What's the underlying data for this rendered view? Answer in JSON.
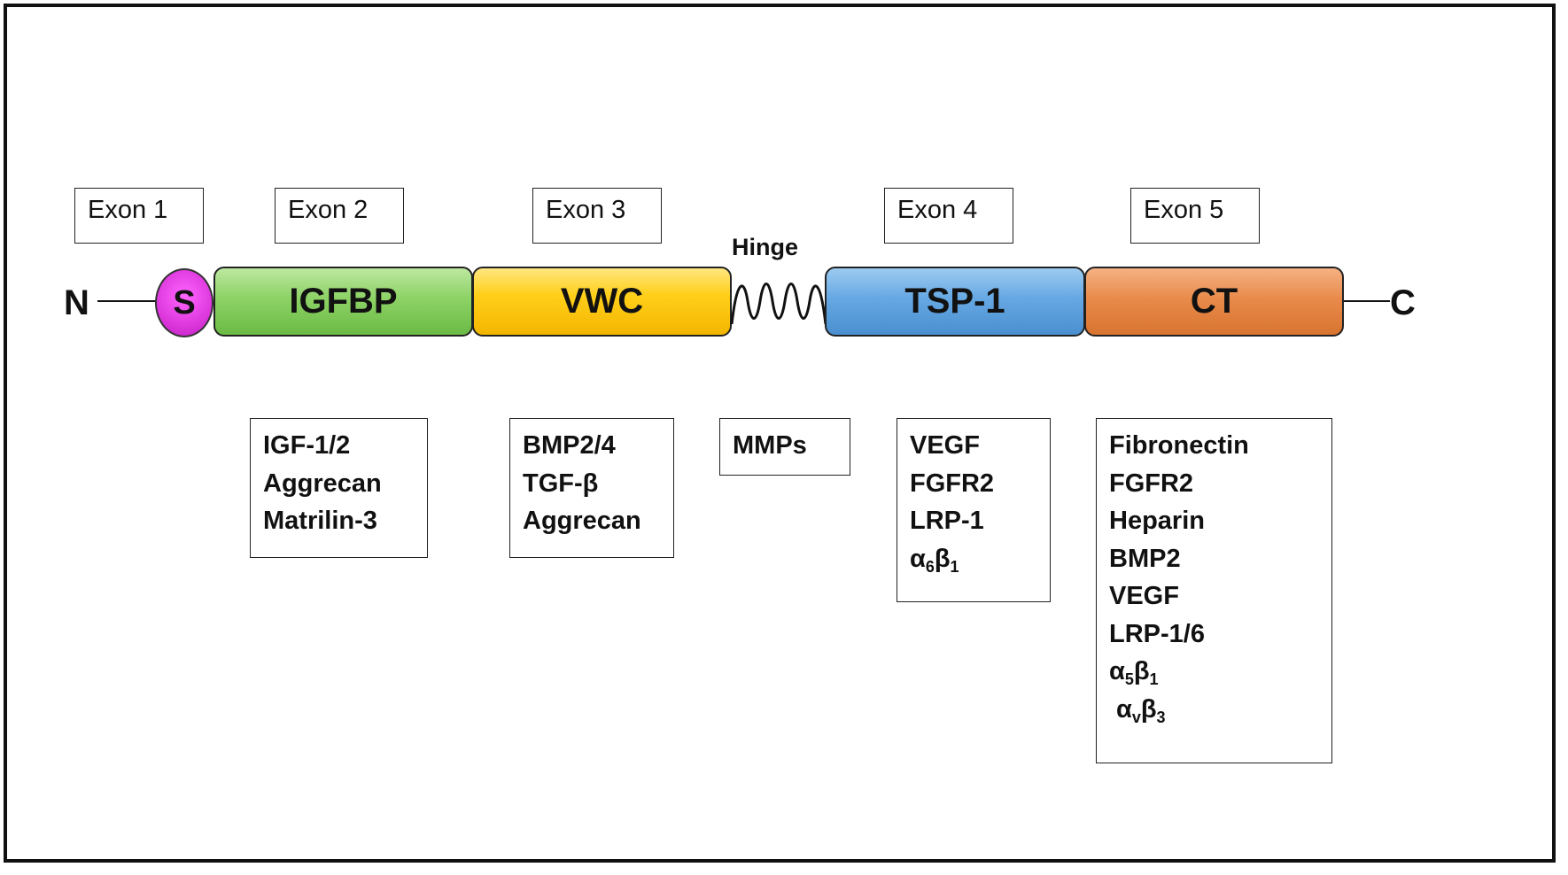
{
  "exons": [
    "Exon 1",
    "Exon 2",
    "Exon 3",
    "Exon 4",
    "Exon 5"
  ],
  "termini": {
    "n": "N",
    "c": "C"
  },
  "signal_peptide": "S",
  "domains": {
    "igfbp": "IGFBP",
    "vwc": "VWC",
    "tsp": "TSP-1",
    "ct": "CT"
  },
  "hinge_label": "Hinge",
  "partners": {
    "igfbp": [
      "IGF-1/2",
      "Aggrecan",
      "Matrilin-3"
    ],
    "vwc": [
      "BMP2/4",
      "TGF-β",
      "Aggrecan"
    ],
    "hinge": [
      "MMPs"
    ],
    "tsp": [
      "VEGF",
      "FGFR2",
      "LRP-1",
      "α6β1"
    ],
    "ct": [
      "Fibronectin",
      "FGFR2",
      "Heparin",
      "BMP2",
      "VEGF",
      "LRP-1/6",
      "α5β1",
      "αvβ3"
    ]
  },
  "colors": {
    "signal": "#e03ce0",
    "igfbp": "#8dd266",
    "vwc": "#ffcf1a",
    "tsp": "#66a8e3",
    "ct": "#e98b4c"
  }
}
